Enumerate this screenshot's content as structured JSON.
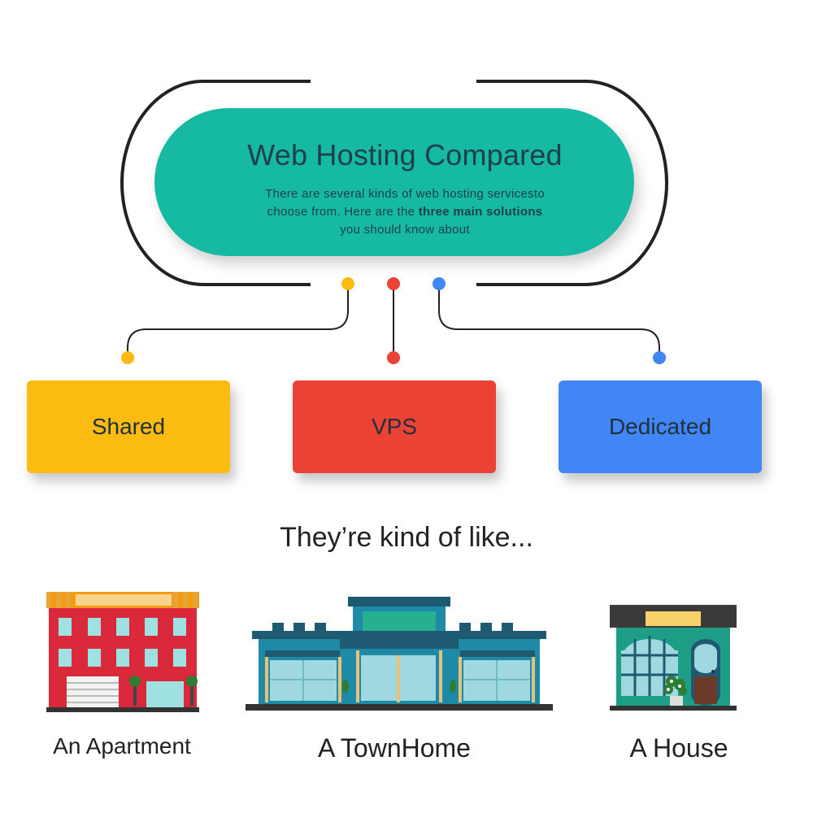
{
  "header": {
    "title": "Web Hosting Compared",
    "subtitle_line1": "There are several kinds of web hosting servicesto",
    "subtitle_line2_pre": "choose from. Here are the ",
    "subtitle_line2_bold": "three main solutions",
    "subtitle_line3": "you should know about"
  },
  "types": [
    {
      "label": "Shared",
      "color": "#fbbb10"
    },
    {
      "label": "VPS",
      "color": "#ea4335"
    },
    {
      "label": "Dedicated",
      "color": "#4285f4"
    }
  ],
  "tagline": "They’re kind of like...",
  "analogies": [
    {
      "label": "An Apartment",
      "icon": "apartment-building-icon"
    },
    {
      "label": "A TownHome",
      "icon": "townhome-building-icon"
    },
    {
      "label": "A House",
      "icon": "house-icon"
    }
  ],
  "colors": {
    "pill": "#16b9a1",
    "text_dark": "#1f3f4a",
    "connector": "#222222",
    "yellow": "#fbbb10",
    "red": "#ea4335",
    "blue": "#4285f4"
  }
}
